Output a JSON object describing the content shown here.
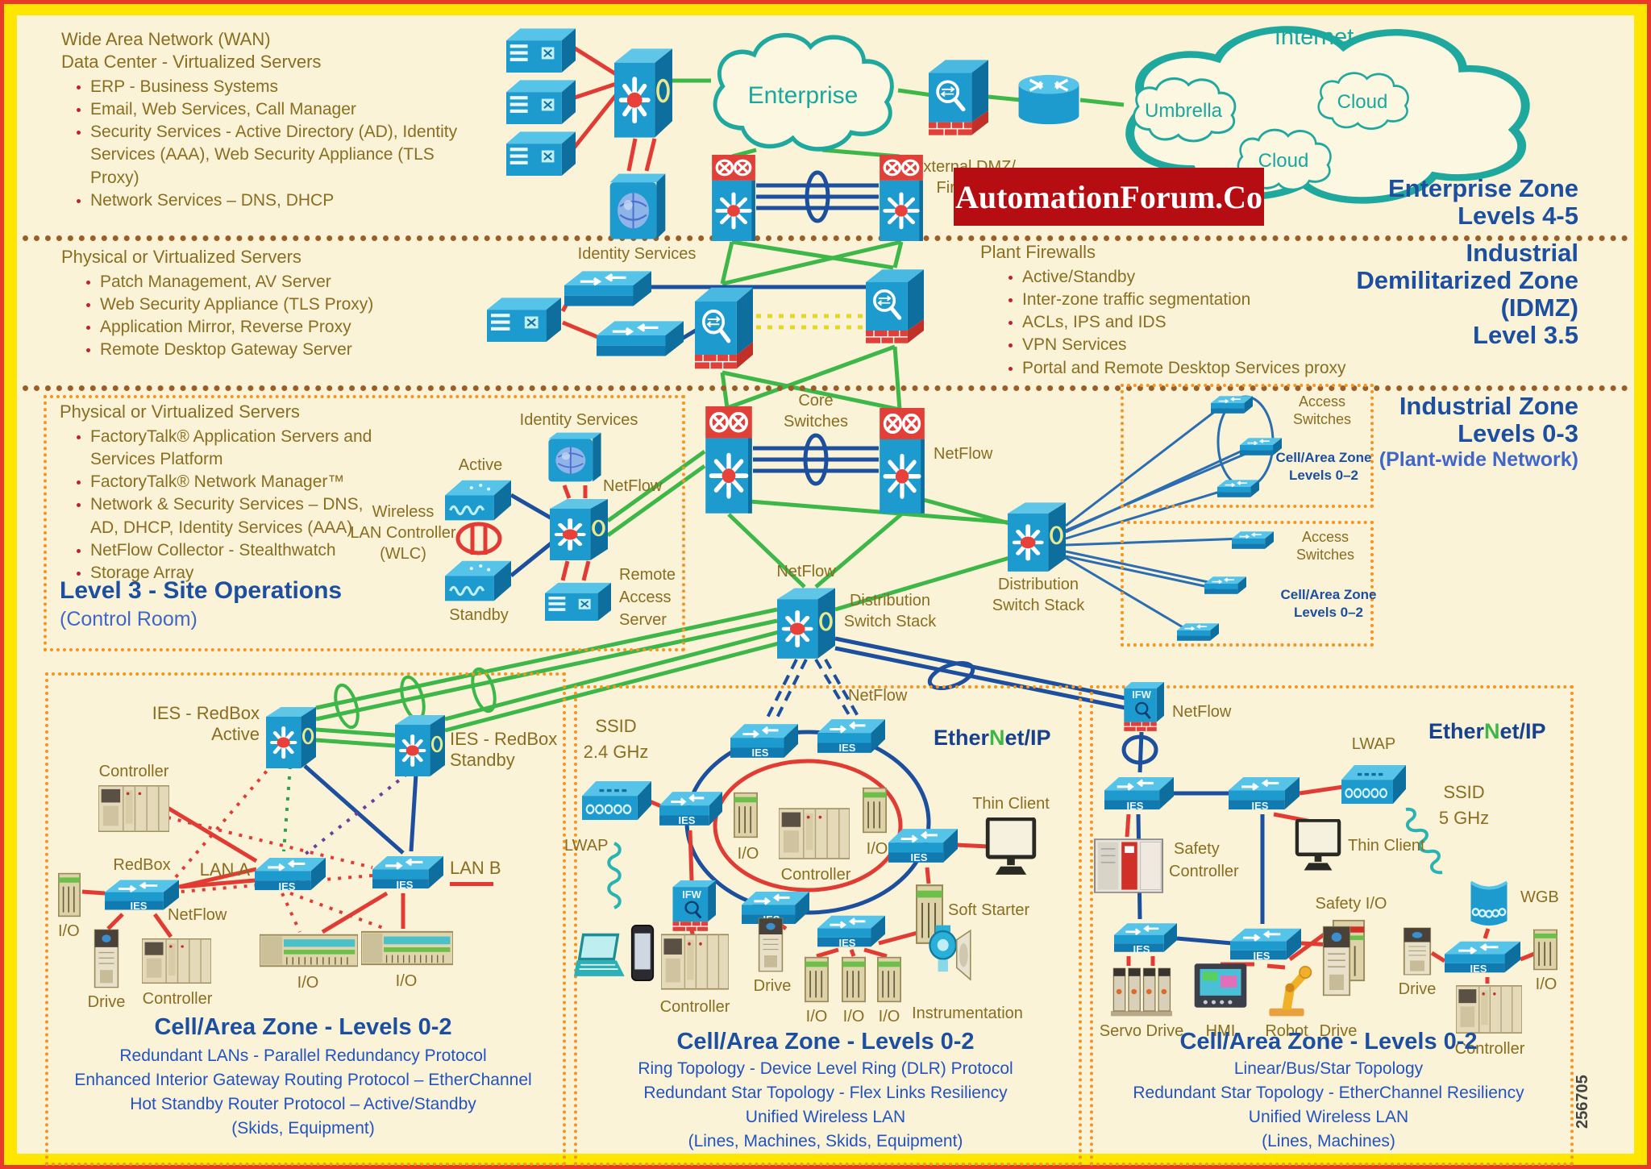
{
  "banner": "AutomationForum.Co",
  "doc_number": "256705",
  "clouds": {
    "enterprise": "Enterprise",
    "internet": "Internet",
    "umbrella": "Umbrella",
    "cloud_a": "Cloud",
    "cloud_b": "Cloud"
  },
  "wan": {
    "l1": "Wide Area Network (WAN)",
    "l2": "Data Center - Virtualized Servers",
    "bullets": [
      "ERP - Business Systems",
      "Email, Web Services, Call Manager",
      "Security Services - Active Directory (AD), Identity Services (AAA), Web Security Appliance (TLS Proxy)",
      "Network Services – DNS, DHCP"
    ]
  },
  "idmz_left": {
    "title": "Physical or Virtualized Servers",
    "bullets": [
      "Patch Management, AV Server",
      "Web Security Appliance (TLS Proxy)",
      "Application Mirror, Reverse Proxy",
      "Remote Desktop Gateway Server"
    ]
  },
  "plant_fw": {
    "title": "Plant Firewalls",
    "bullets": [
      "Active/Standby",
      "Inter-zone traffic segmentation",
      "ACLs, IPS and IDS",
      "VPN Services",
      "Portal and Remote Desktop Services proxy"
    ]
  },
  "site_ops": {
    "title": "Physical or Virtualized Servers",
    "bullets": [
      "FactoryTalk® Application Servers and Services Platform",
      "FactoryTalk® Network Manager™",
      "Network & Security Services – DNS, AD, DHCP, Identity Services (AAA)",
      "NetFlow Collector - Stealthwatch",
      "Storage Array"
    ],
    "heading": "Level 3 - Site Operations",
    "subheading": "(Control Room)"
  },
  "zones": {
    "enterprise": {
      "t1": "Enterprise Zone",
      "t2": "Levels 4-5"
    },
    "idmz": {
      "t1": "Industrial",
      "t2": "Demilitarized Zone",
      "t3": "(IDMZ)",
      "t4": "Level 3.5"
    },
    "industrial": {
      "t1": "Industrial Zone",
      "t2": "Levels 0-3",
      "t3": "(Plant-wide Network)"
    }
  },
  "top": {
    "external_dmz_1": "External DMZ/",
    "external_dmz_2": "Firewall"
  },
  "common": {
    "netflow": "NetFlow",
    "identity_services": "Identity Services",
    "io": "I/O",
    "controller": "Controller",
    "drive": "Drive",
    "ies": "IES",
    "ifw": "IFW",
    "lwap": "LWAP",
    "thin_client": "Thin Client",
    "ssid": "SSID",
    "access_1": "Access",
    "access_2": "Switches",
    "cell_area_1": "Cell/Area Zone",
    "cell_area_2": "Levels 0–2",
    "distribution": "Distribution",
    "switch_stack": "Switch Stack",
    "core_1": "Core",
    "core_2": "Switches",
    "ethernet_parts": {
      "p1": "Ether",
      "p2": "N",
      "p3": "et/IP"
    }
  },
  "ops_devices": {
    "wireless_1": "Wireless",
    "wireless_2": "LAN Controller",
    "wireless_3": "(WLC)",
    "active": "Active",
    "standby": "Standby",
    "remote_1": "Remote",
    "remote_2": "Access",
    "remote_3": "Server"
  },
  "cell_left": {
    "redbox_a1": "IES - RedBox",
    "redbox_a2": "Active",
    "redbox_b1": "IES - RedBox",
    "redbox_b2": "Standby",
    "lan_a": "LAN A",
    "lan_b": "LAN B",
    "redbox": "RedBox",
    "title": "Cell/Area Zone - Levels 0-2",
    "lines": [
      "Redundant LANs - Parallel Redundancy Protocol",
      "Enhanced Interior Gateway Routing Protocol  – EtherChannel",
      "Hot Standby Router Protocol – Active/Standby",
      "(Skids, Equipment)"
    ]
  },
  "cell_mid": {
    "ghz": "2.4 GHz",
    "soft_starter": "Soft Starter",
    "instrumentation": "Instrumentation",
    "title": "Cell/Area Zone - Levels 0-2",
    "lines": [
      "Ring Topology - Device Level Ring (DLR) Protocol",
      "Redundant Star Topology - Flex Links Resiliency",
      "Unified Wireless LAN",
      "(Lines, Machines, Skids, Equipment)"
    ]
  },
  "cell_right": {
    "ghz": "5 GHz",
    "wgb": "WGB",
    "safety_1": "Safety",
    "safety_2": "Controller",
    "safety_io": "Safety I/O",
    "servo_drive": "Servo Drive",
    "hmi": "HMI",
    "robot": "Robot",
    "title": "Cell/Area Zone - Levels 0-2",
    "lines": [
      "Linear/Bus/Star Topology",
      "Redundant Star Topology - EtherChannel Resiliency",
      "Unified Wireless LAN",
      "(Lines, Machines)"
    ]
  }
}
